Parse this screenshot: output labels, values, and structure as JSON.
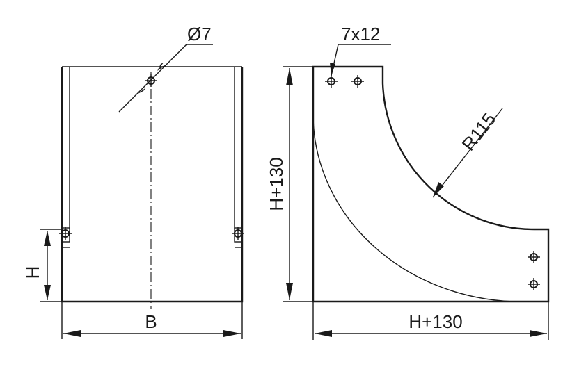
{
  "labels": {
    "hole_diameter": "Ø7",
    "slot_size": "7x12",
    "radius": "R115",
    "height": "H",
    "width": "B",
    "side_height": "H+130",
    "side_width": "H+130"
  },
  "colors": {
    "line": "#1a1a1a",
    "background": "#ffffff"
  }
}
